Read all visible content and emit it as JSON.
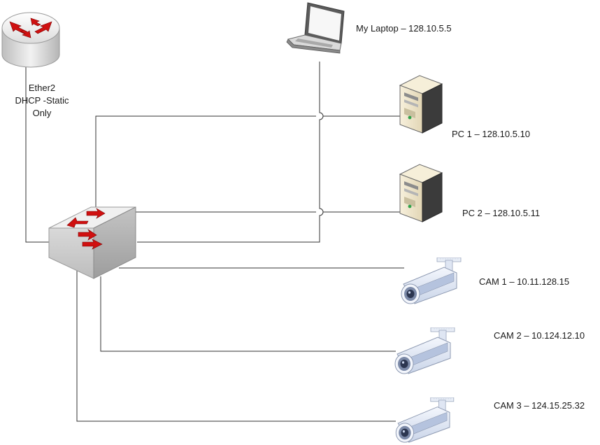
{
  "router": {
    "label_lines": [
      "Ether2",
      "DHCP -Static",
      "Only"
    ],
    "icon": "router-icon"
  },
  "switch": {
    "icon": "switch-icon"
  },
  "laptop": {
    "label": "My Laptop – 128.10.5.5",
    "icon": "laptop-icon"
  },
  "pc1": {
    "label": "PC 1 – 128.10.5.10",
    "icon": "server-tower-icon"
  },
  "pc2": {
    "label": "PC 2 – 128.10.5.11",
    "icon": "server-tower-icon"
  },
  "cam1": {
    "label": "CAM 1 – 10.11.128.15",
    "icon": "security-camera-icon"
  },
  "cam2": {
    "label": "CAM 2 – 10.124.12.10",
    "icon": "security-camera-icon"
  },
  "cam3": {
    "label": "CAM 3 – 124.15.25.32",
    "icon": "security-camera-icon"
  },
  "colors": {
    "line": "#333333",
    "arrow_red": "#d01010",
    "router_body": "#e6e6e6",
    "switch_body": "#e3e3e3",
    "pc_body": "#efe6cf",
    "camera_body": "#e8eef8"
  }
}
